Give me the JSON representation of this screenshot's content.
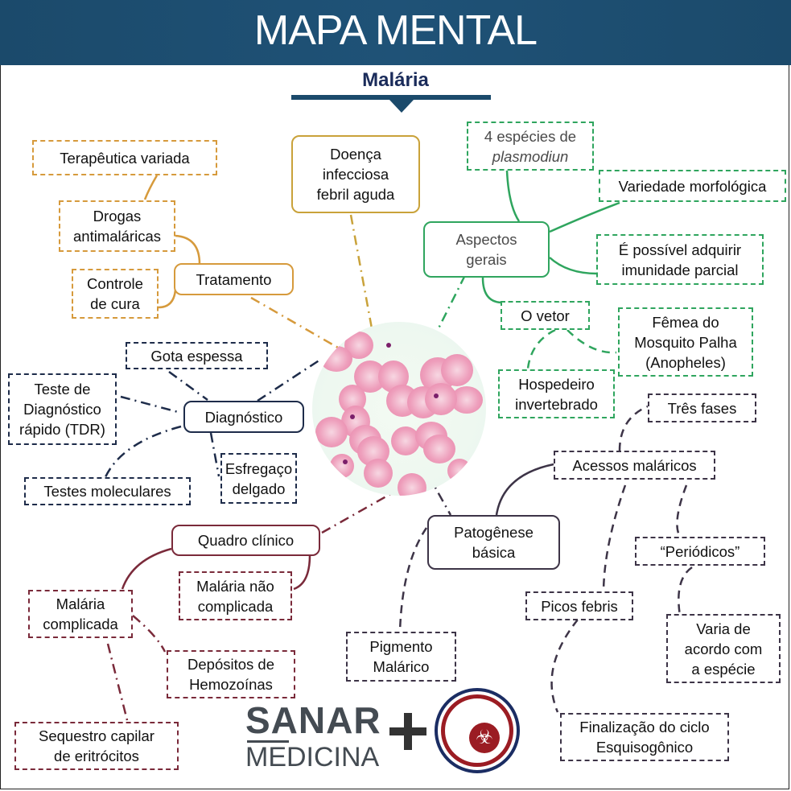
{
  "header": {
    "title": "MAPA MENTAL",
    "subtitle": "Malária"
  },
  "center": {
    "image": "blood-smear-microscopy"
  },
  "branches": {
    "tratamento": {
      "color": "#d69a3c",
      "label": "Tratamento",
      "children": [
        "Terapêutica variada",
        "Drogas\nantimaláricas",
        "Controle\nde cura"
      ]
    },
    "doenca": {
      "color": "#c9a23a",
      "label": "Doença\ninfecciosa\nfebril aguda"
    },
    "aspectos": {
      "color": "#2fa55e",
      "label": "Aspectos\ngerais",
      "children": {
        "especies_line1": "4 espécies de",
        "especies_line2": "plasmodiun",
        "variedade": "Variedade morfológica",
        "imunidade": "É possível adquirir\nimunidade parcial",
        "vetor": "O vetor",
        "femea": "Fêmea do\nMosquito Palha\n(Anopheles)",
        "hospedeiro": "Hospedeiro\ninvertebrado"
      }
    },
    "diagnostico": {
      "color": "#1e2c4a",
      "label": "Diagnóstico",
      "children": [
        "Gota espessa",
        "Teste de\nDiagnóstico\nrápido (TDR)",
        "Testes moleculares",
        "Esfregaço\ndelgado"
      ]
    },
    "patogenese": {
      "color": "#3d3447",
      "label": "Patogênese\nbásica",
      "children": {
        "tres_fases": "Três fases",
        "acessos": "Acessos maláricos",
        "periodicos": "“Periódicos”",
        "varia": "Varia de\nacordo com\na espécie",
        "picos": "Picos febris",
        "finalizacao": "Finalização do ciclo\nEsquisogônico",
        "pigmento": "Pigmento\nMalárico"
      }
    },
    "quadro": {
      "color": "#7a2a3a",
      "label": "Quadro clínico",
      "children": {
        "nao_complicada": "Malária não\ncomplicada",
        "complicada": "Malária\ncomplicada",
        "depositos": "Depósitos de\nHemozoínas",
        "sequestro": "Sequestro capilar\nde eritrócitos"
      }
    }
  },
  "footer": {
    "sanar_top": "SANAR",
    "sanar_bottom": "MEDICINA",
    "plus": "+",
    "liga_logo": "biohazard-emblem"
  }
}
